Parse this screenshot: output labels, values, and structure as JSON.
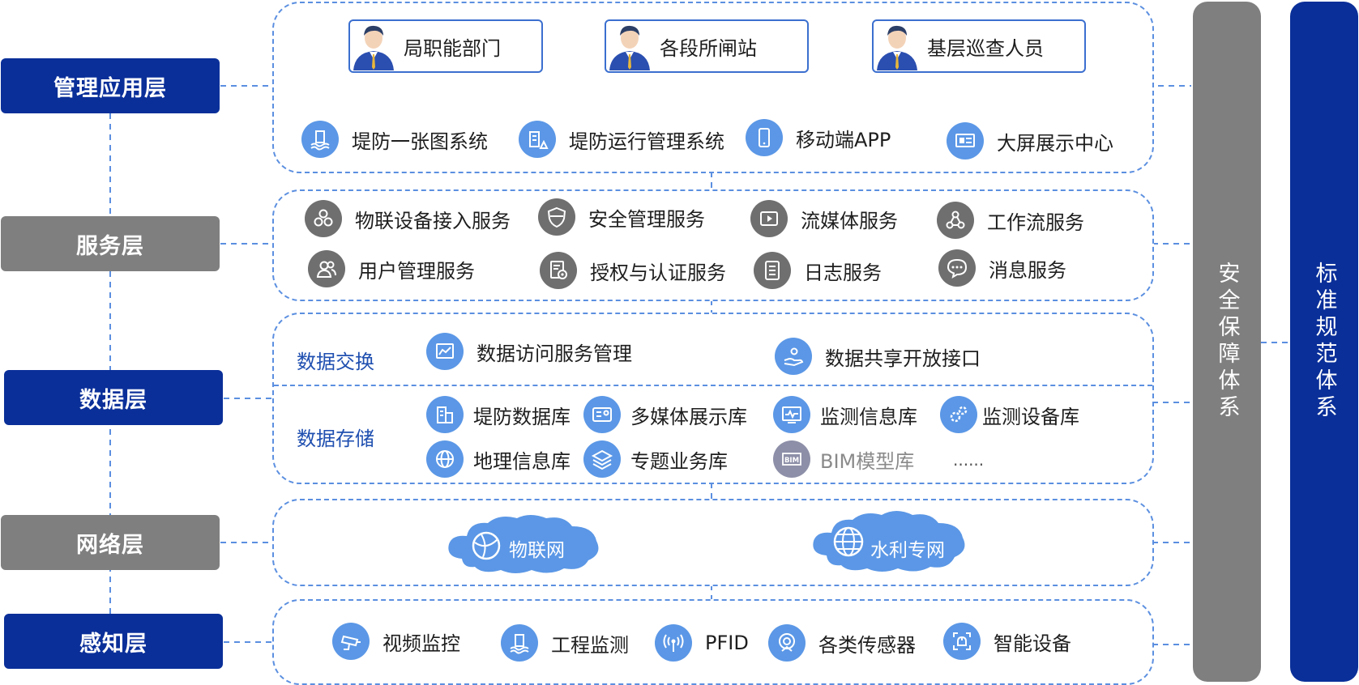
{
  "layers": {
    "management": "管理应用层",
    "service": "服务层",
    "data": "数据层",
    "network": "网络层",
    "perception": "感知层"
  },
  "management": {
    "roles": [
      "局职能部门",
      "各段所闸站",
      "基层巡查人员"
    ],
    "systems": [
      "堤防一张图系统",
      "堤防运行管理系统",
      "移动端APP",
      "大屏展示中心"
    ]
  },
  "service": {
    "items": [
      "物联设备接入服务",
      "安全管理服务",
      "流媒体服务",
      "工作流服务",
      "用户管理服务",
      "授权与认证服务",
      "日志服务",
      "消息服务"
    ]
  },
  "data": {
    "exchange_title": "数据交换",
    "exchange_items": [
      "数据访问服务管理",
      "数据共享开放接口"
    ],
    "storage_title": "数据存储",
    "storage_items": [
      "堤防数据库",
      "多媒体展示库",
      "监测信息库",
      "监测设备库",
      "地理信息库",
      "专题业务库",
      "BIM模型库",
      "......"
    ]
  },
  "network": {
    "items": [
      "物联网",
      "水利专网"
    ]
  },
  "perception": {
    "items": [
      "视频监控",
      "工程监测",
      "PFID",
      "各类传感器",
      "智能设备"
    ]
  },
  "side": {
    "security": "安全保障体系",
    "standards": "标准规范体系"
  },
  "colors": {
    "dark_blue": "#0a2f99",
    "grey": "#7f7f7f",
    "icon_blue": "#5b97e6",
    "dashed": "#5b8fe0"
  }
}
